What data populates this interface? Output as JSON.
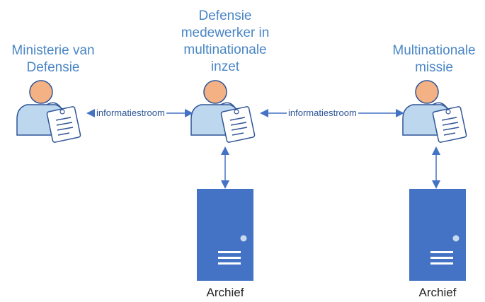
{
  "nodes": {
    "ministerie": {
      "lines": [
        "Ministerie van",
        "Defensie"
      ]
    },
    "medewerker": {
      "lines": [
        "Defensie",
        "medewerker in",
        "multinationale",
        "inzet"
      ]
    },
    "missie": {
      "lines": [
        "Multinationale",
        "missie"
      ]
    }
  },
  "flows": {
    "left": "informatiestroom",
    "right": "informatiestroom"
  },
  "archives": {
    "left": "Archief",
    "right": "Archief"
  },
  "icons": {
    "person": "person-with-document-icon",
    "server": "server-icon"
  },
  "colors": {
    "label": "#4a86c6",
    "arrow": "#4472c4",
    "server": "#4472c4",
    "skin": "#f4b183",
    "body": "#bdd7ee"
  }
}
